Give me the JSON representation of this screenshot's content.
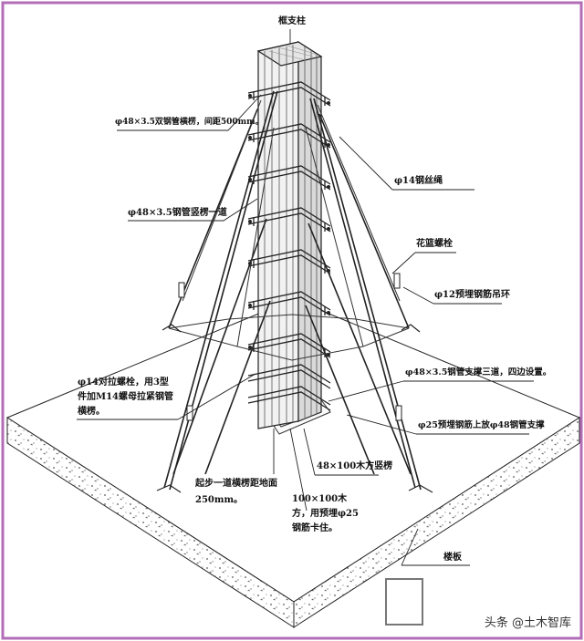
{
  "diagram": {
    "frame_color": "#b36cb8",
    "labels": {
      "frame_column": "框支柱",
      "double_pipe_purlin": "φ48×3.5双钢管横楞，间距500mm。",
      "wire_rope": "φ14钢丝绳",
      "vertical_pipe": "φ48×3.5钢管竖楞一道",
      "turnbuckle": "花篮螺栓",
      "rebar_ring": "φ12预埋钢筋吊环",
      "tie_bolt": "φ14对拉螺栓，用3型件加M14螺母拉紧钢管横楞。",
      "brace_pipes": "φ48×3.5钢管支撑三道，四边设置。",
      "embedded_rebar_brace": "φ25预埋钢筋上放φ48钢管支撑",
      "timber_stud": "48×100木方竖楞",
      "first_purlin": "起步一道横楞距地面250mm。",
      "timber_square": "100×100木方，用预埋φ25钢筋卡住。",
      "floor_slab": "楼板"
    }
  },
  "watermark": "头条 @土木智库"
}
